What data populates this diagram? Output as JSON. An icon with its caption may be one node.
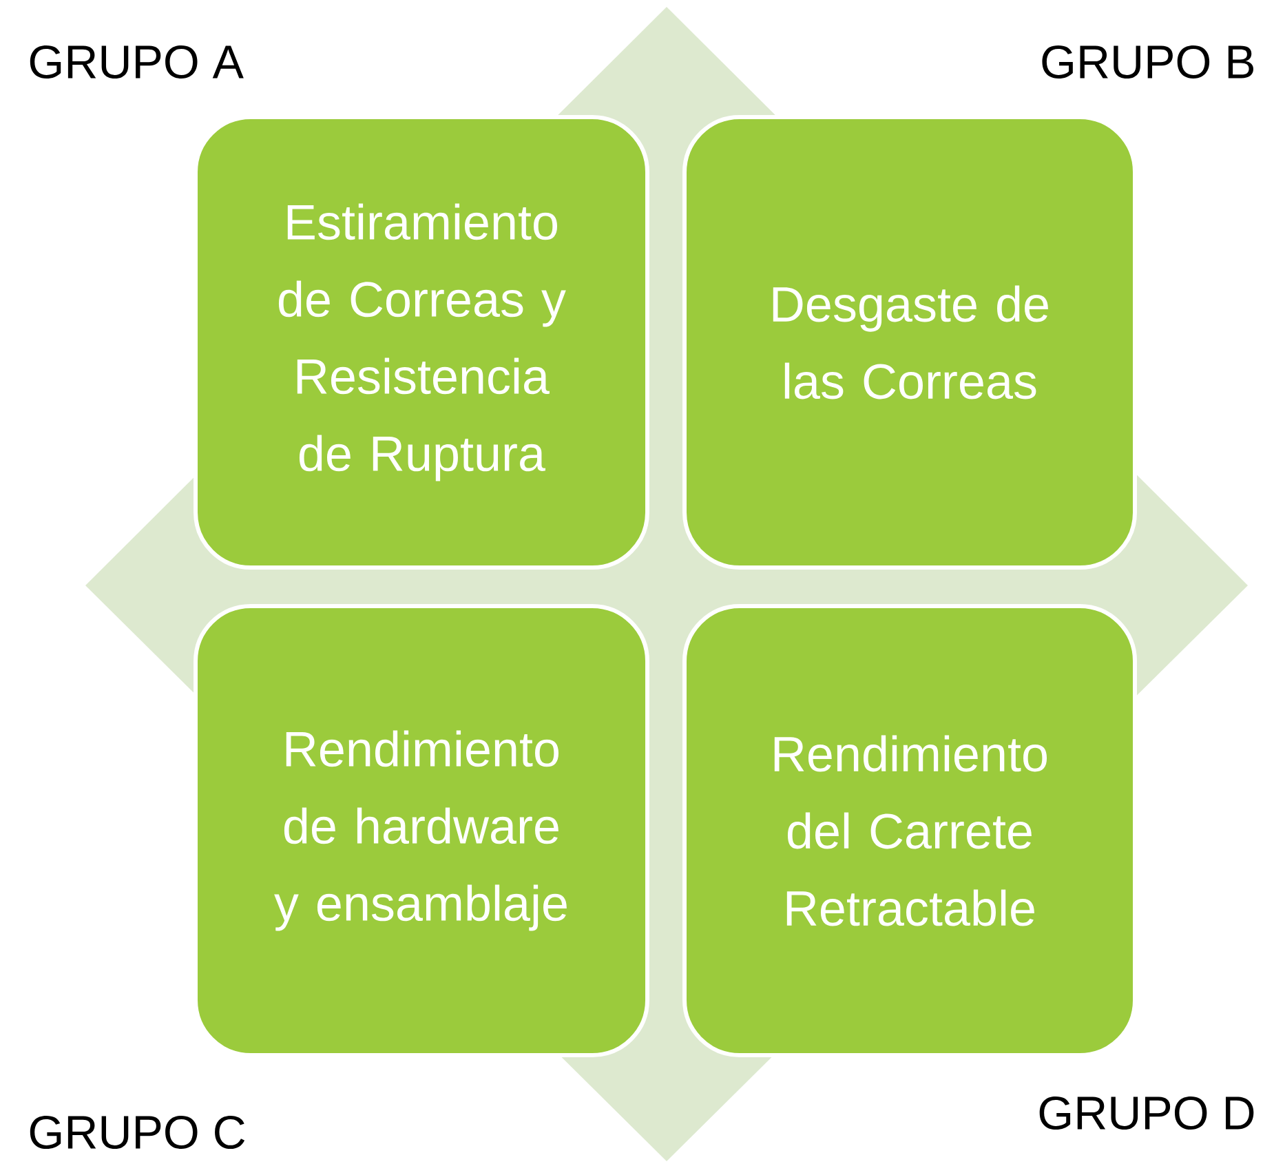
{
  "diagram": {
    "nodes": [
      {
        "text": [
          "Estiramiento de Correas y Resistencia de Ruptura"
        ]
      },
      {
        "text": [
          "Desgaste de las Correas"
        ]
      },
      {
        "text": [
          "Rendimiento de hardware y ensamblaje"
        ]
      },
      {
        "text": [
          "Rendimiento del Carrete Retractable"
        ]
      }
    ],
    "labels": [
      "GRUPO A",
      "GRUPO B",
      "GRUPO C",
      "GRUPO D"
    ]
  }
}
